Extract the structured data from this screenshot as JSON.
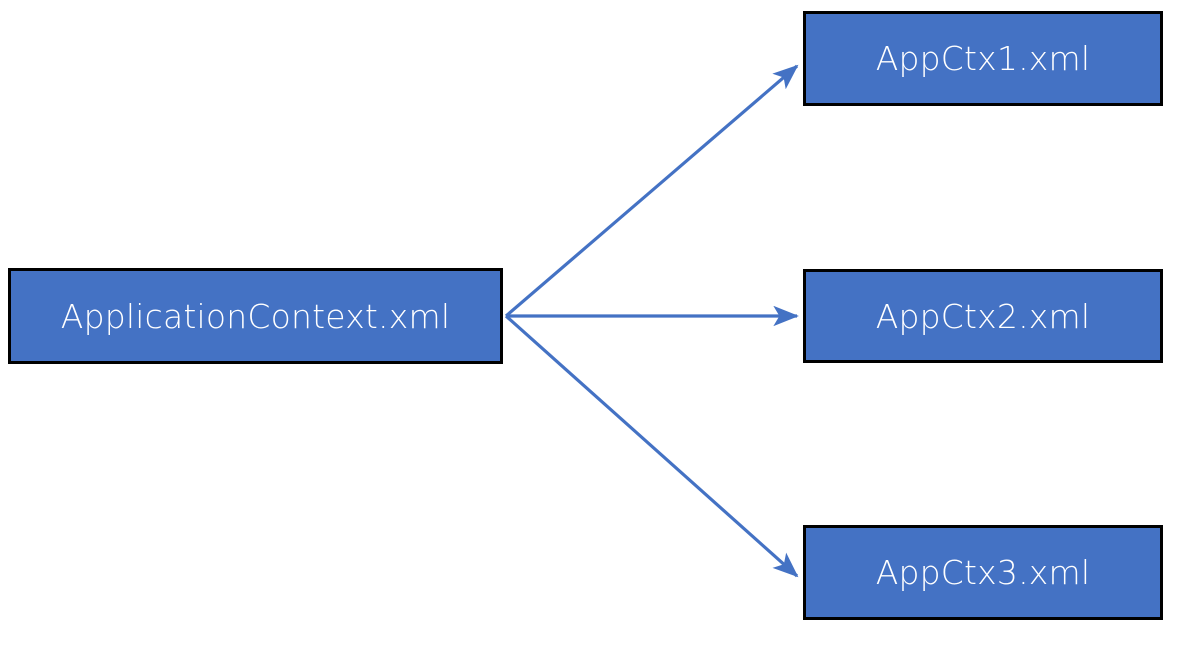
{
  "diagram": {
    "type": "node-link-diagram",
    "background_color": "#ffffff",
    "node_fill_color": "#4472C4",
    "node_border_color": "#000000",
    "node_text_color": "#ffffff",
    "connector_color": "#4472C4",
    "root": {
      "label": "ApplicationContext.xml"
    },
    "children": [
      {
        "label": "AppCtx1.xml"
      },
      {
        "label": "AppCtx2.xml"
      },
      {
        "label": "AppCtx3.xml"
      }
    ],
    "connectors": [
      {
        "from": "ApplicationContext.xml",
        "to": "AppCtx1.xml",
        "style": "arrow"
      },
      {
        "from": "ApplicationContext.xml",
        "to": "AppCtx2.xml",
        "style": "arrow"
      },
      {
        "from": "ApplicationContext.xml",
        "to": "AppCtx3.xml",
        "style": "arrow"
      }
    ]
  }
}
